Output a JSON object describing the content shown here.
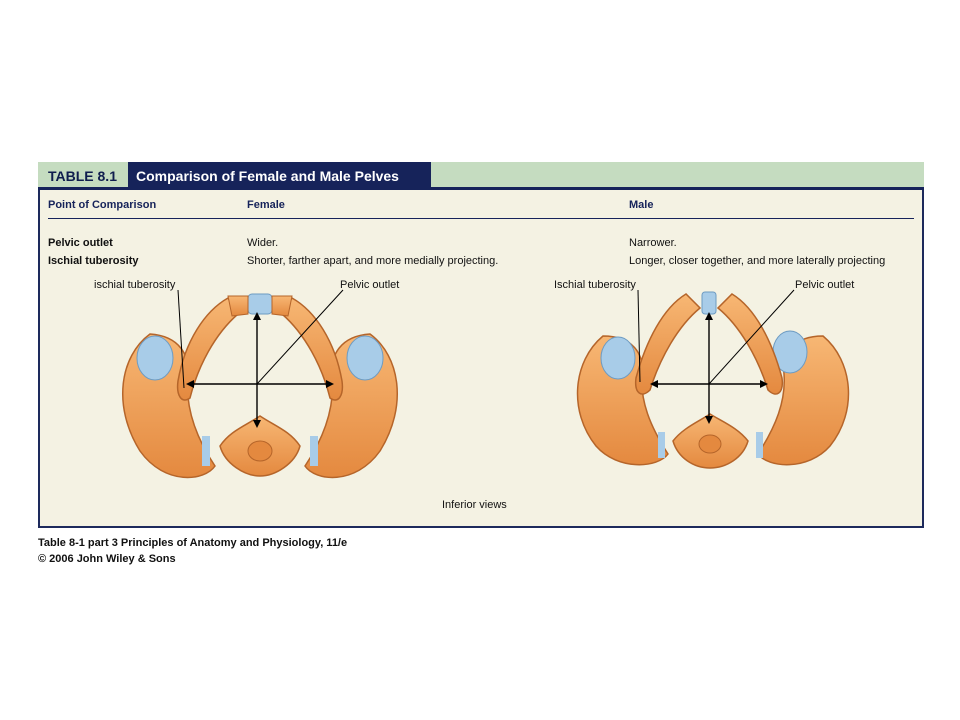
{
  "table": {
    "number": "TABLE 8.1",
    "title": "Comparison of Female and Male Pelves",
    "headers": {
      "point": "Point of Comparison",
      "female": "Female",
      "male": "Male"
    },
    "rows": [
      {
        "label": "Pelvic outlet",
        "female": "Wider.",
        "male": "Narrower."
      },
      {
        "label": "Ischial tuberosity",
        "female": "Shorter, farther apart, and more medially projecting.",
        "male": "Longer, closer together, and more laterally projecting"
      }
    ]
  },
  "figure": {
    "female_left_callout": "ischial tuberosity",
    "female_right_callout": "Pelvic outlet",
    "male_left_callout": "Ischial tuberosity",
    "male_right_callout": "Pelvic outlet",
    "caption": "Inferior views",
    "colors": {
      "bone": "#f0a560",
      "bone_dark": "#c96f2c",
      "cartilage": "#a8cce8"
    }
  },
  "footer": {
    "line1": "Table 8-1 part 3  Principles of Anatomy and Physiology, 11/e",
    "line2": "© 2006 John Wiley & Sons"
  }
}
